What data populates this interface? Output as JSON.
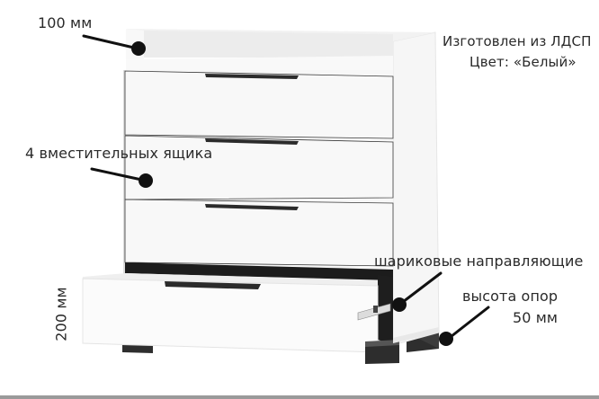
{
  "product": {
    "name": "white chest of drawers",
    "color_hex": "#f3f3f3",
    "handle_color_hex": "#2b2b2b",
    "leg_color_hex": "#3a3a3a"
  },
  "annotations": {
    "top_rim_height": "100 мм",
    "material": "Изготовлен из ЛДСП",
    "color": "Цвет: «Белый»",
    "drawers": "4 вместительных ящика",
    "drawer_height": "200 мм",
    "slides": "шариковые направляющие",
    "legs_height_label": "высота опор",
    "legs_height_value": "50 мм"
  },
  "callout_color": "#111111"
}
